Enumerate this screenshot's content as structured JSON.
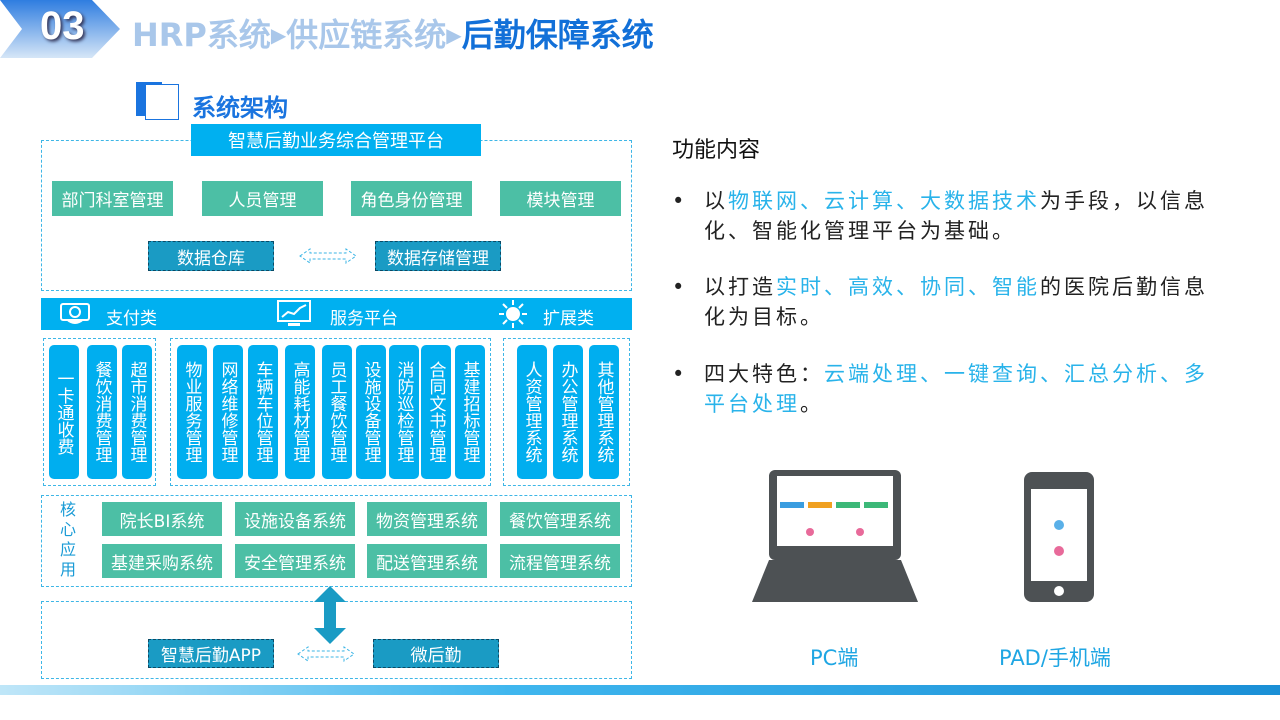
{
  "header": {
    "number": "03",
    "crumbs": [
      "HRP系统",
      "供应链系统"
    ],
    "current": "后勤保障系统",
    "sep": "▶"
  },
  "section_title": "系统架构",
  "platform_title": "智慧后勤业务综合管理平台",
  "top_modules": [
    "部门科室管理",
    "人员管理",
    "角色身份管理",
    "模块管理"
  ],
  "data_boxes": [
    "数据仓库",
    "数据存储管理"
  ],
  "service_bar": {
    "left": "支付类",
    "center": "服务平台",
    "right": "扩展类"
  },
  "pay_cols": [
    "一卡通收费",
    "餐饮消费管理",
    "超市消费管理"
  ],
  "service_cols": [
    "物业服务管理",
    "网络维修管理",
    "车辆车位管理",
    "高能耗材管理",
    "员工餐饮管理",
    "设施设备管理",
    "消防巡检管理",
    "合同文书管理",
    "基建招标管理"
  ],
  "ext_cols": [
    "人资管理系统",
    "办公管理系统",
    "其他管理系统"
  ],
  "core_label": "核心应用",
  "core_apps": [
    "院长BI系统",
    "设施设备系统",
    "物资管理系统",
    "餐饮管理系统",
    "基建采购系统",
    "安全管理系统",
    "配送管理系统",
    "流程管理系统"
  ],
  "bottom_boxes": [
    "智慧后勤APP",
    "微后勤"
  ],
  "features": {
    "title": "功能内容",
    "bullet": "•",
    "items": [
      [
        {
          "t": "以"
        },
        {
          "t": "物联网、云计算、大数据技术",
          "h": true
        },
        {
          "t": "为手段，以信息化、智能化管理平台为基础。"
        }
      ],
      [
        {
          "t": "以打造"
        },
        {
          "t": "实时、高效、协同、智能",
          "h": true
        },
        {
          "t": "的医院后勤信息化为目标。"
        }
      ],
      [
        {
          "t": "四大特色："
        },
        {
          "t": "云端处理、一键查询、汇总分析、多平台处理",
          "h": true
        },
        {
          "t": "。"
        }
      ]
    ]
  },
  "devices": {
    "pc": "PC端",
    "pad": "PAD/手机端"
  }
}
